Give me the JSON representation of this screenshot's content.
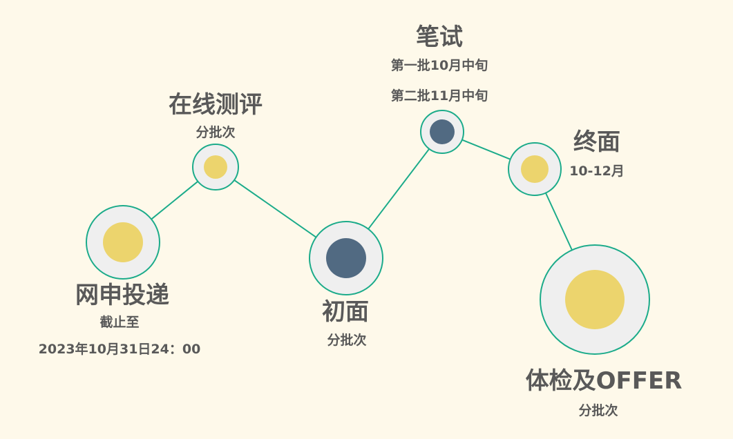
{
  "colors": {
    "background": "#fef9ea",
    "connector": "#1bab8a",
    "ring_fill": "#efefef",
    "yellow_dot": "#ecd46d",
    "slate_dot": "#516a82",
    "text": "#595959"
  },
  "steps": [
    {
      "id": "apply",
      "title": "网申投递",
      "lines": [
        "截止至",
        "2023年10月31日24：00"
      ],
      "dot_color": "yellow"
    },
    {
      "id": "online",
      "title": "在线测评",
      "lines": [
        "分批次"
      ],
      "dot_color": "yellow"
    },
    {
      "id": "interview",
      "title": "初面",
      "lines": [
        "分批次"
      ],
      "dot_color": "slate"
    },
    {
      "id": "written",
      "title": "笔试",
      "lines": [
        "第一批10月中旬",
        "第二批11月中旬"
      ],
      "dot_color": "slate"
    },
    {
      "id": "final",
      "title": "终面",
      "lines": [
        "10-12月"
      ],
      "dot_color": "yellow"
    },
    {
      "id": "offer",
      "title": "体检及OFFER",
      "lines": [
        "分批次"
      ],
      "dot_color": "yellow"
    }
  ]
}
